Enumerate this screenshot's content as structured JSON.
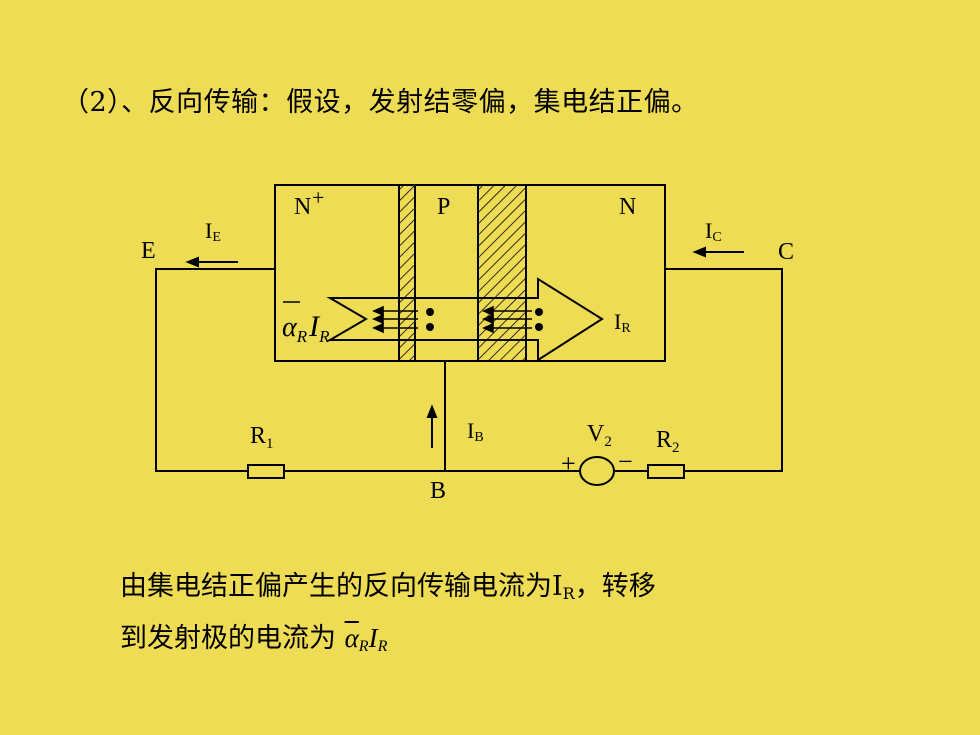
{
  "title": "（2）、反向传输：假设，发射结零偏，集电结正偏。",
  "diagram": {
    "regions": [
      "N",
      "+",
      "P",
      "N"
    ],
    "terminals": {
      "emitter": "E",
      "collector": "C",
      "base": "B"
    },
    "currents": {
      "emitter": {
        "main": "I",
        "sub": "E"
      },
      "collector": {
        "main": "I",
        "sub": "C"
      },
      "base": {
        "main": "I",
        "sub": "B"
      },
      "reverse": {
        "main": "I",
        "sub": "R"
      },
      "alpha_symbol": "α",
      "alpha_sub": "R",
      "alpha_current": "I",
      "alpha_current_sub": "R"
    },
    "components": {
      "r1": {
        "main": "R",
        "sub": "1"
      },
      "r2": {
        "main": "R",
        "sub": "2"
      },
      "v2": {
        "main": "V",
        "sub": "2"
      },
      "plus": "+",
      "minus": "−"
    }
  },
  "caption": {
    "line1_text": "由集电结正偏产生的反向传输电流为",
    "line1_current": "I",
    "line1_sub": "R",
    "line1_tail": "，转移",
    "line2_text": "到发射极的电流为",
    "line2_symbol": "α",
    "line2_symbol_sub": "R",
    "line2_current": "I",
    "line2_current_sub": "R"
  }
}
